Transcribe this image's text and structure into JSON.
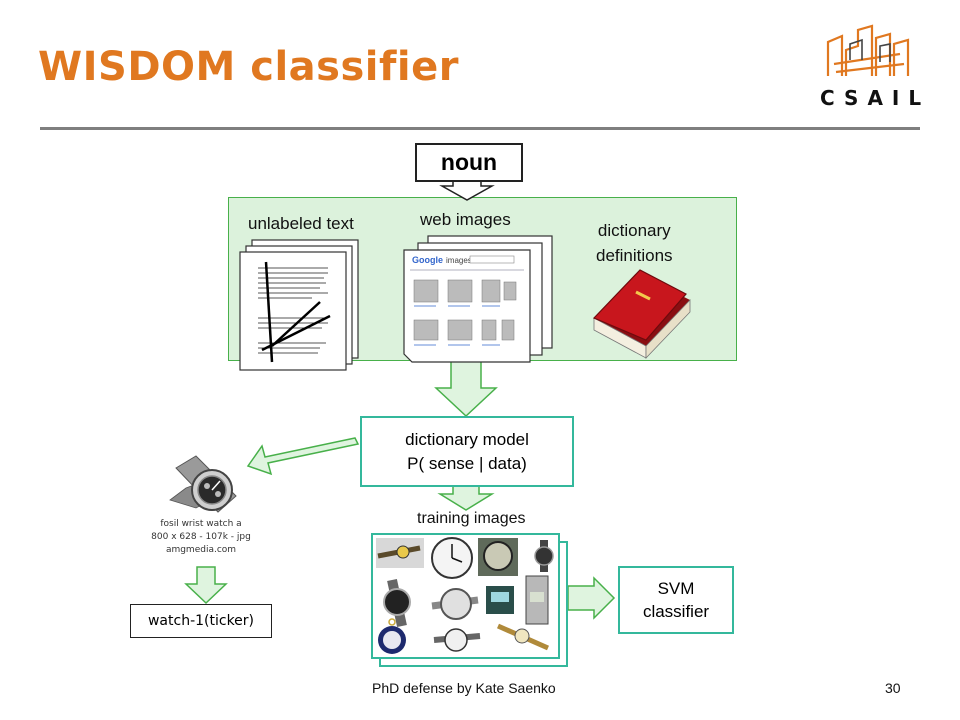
{
  "slide": {
    "title": "WISDOM classifier",
    "logo_text": "CSAIL",
    "input_box": "noun",
    "sources": {
      "unlabeled_text": "unlabeled text",
      "web_images": "web images",
      "dictionary_line1": "dictionary",
      "dictionary_line2": "definitions"
    },
    "model_box": {
      "line1": "dictionary model",
      "line2": "P( sense | data)"
    },
    "training_label": "training images",
    "svm_box": {
      "line1": "SVM",
      "line2": "classifier"
    },
    "example": {
      "caption_line1": "fosil wrist watch a",
      "caption_line2": "800 x 628 - 107k - jpg",
      "caption_line3": "amgmedia.com",
      "sense_label": "watch-1(ticker)"
    },
    "footer": "PhD defense by Kate Saenko",
    "page_number": "30"
  },
  "colors": {
    "title": "#e07820",
    "panel_fill": "#dcf2dc",
    "arrow_fill": "#dff4df",
    "arrow_stroke": "#48b04a",
    "teal_border": "#34b89c",
    "book_red": "#c8161d"
  },
  "icons": [
    "csail-logo-icon",
    "documents-stack-icon",
    "web-pages-stack-icon",
    "red-book-icon",
    "wrist-watch-icon"
  ]
}
